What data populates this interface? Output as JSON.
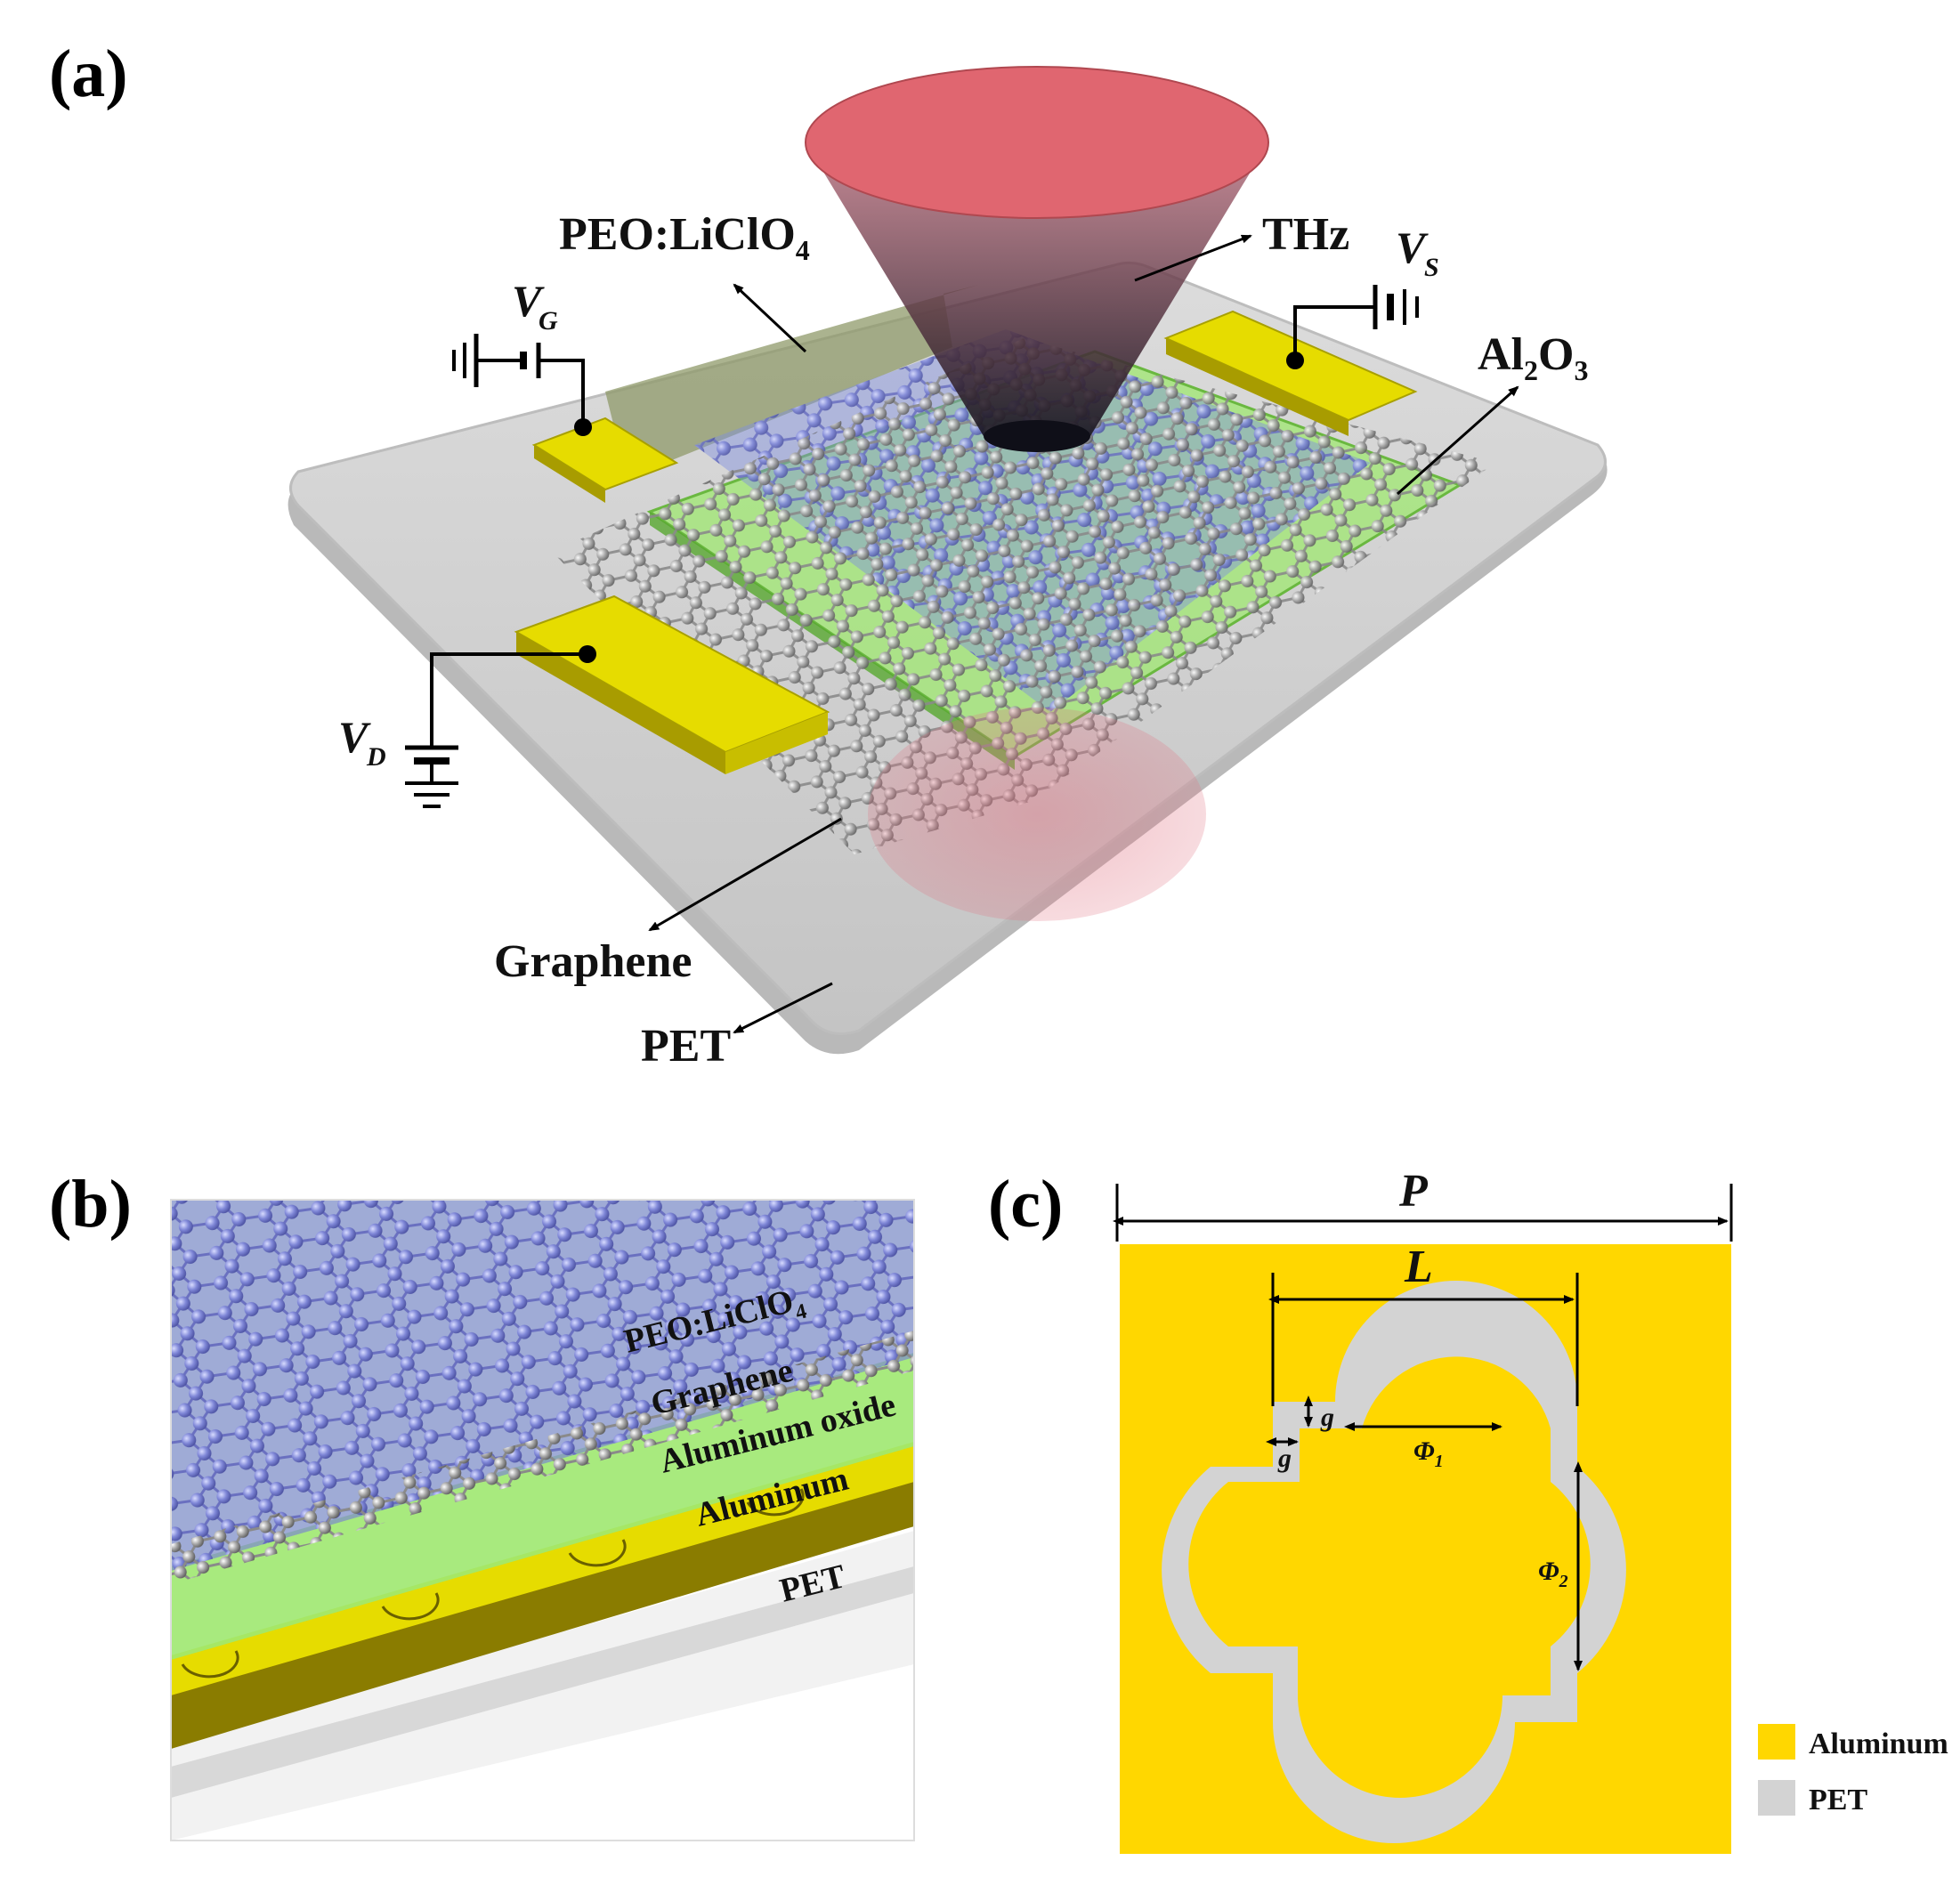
{
  "figure": {
    "panel_a": {
      "label": "(a)",
      "labels": {
        "peo": "PEO:LiClO",
        "peo_sub": "4",
        "thz": "THz",
        "vg": "V",
        "vg_sub": "G",
        "vs": "V",
        "vs_sub": "S",
        "vd": "V",
        "vd_sub": "D",
        "al2o3_a": "Al",
        "al2o3_sub1": "2",
        "al2o3_b": "O",
        "al2o3_sub2": "3",
        "graphene": "Graphene",
        "pet": "PET"
      }
    },
    "panel_b": {
      "label": "(b)",
      "layers": {
        "peo": "PEO:LiClO",
        "peo_sub": "4",
        "graphene": "Graphene",
        "aluminum_oxide": "Aluminum oxide",
        "aluminum": "Aluminum",
        "pet": "PET"
      }
    },
    "panel_c": {
      "label": "(c)",
      "dims": {
        "p": "P",
        "l": "L",
        "g1": "g",
        "g2": "g",
        "phi1": "Φ",
        "phi1_sub": "1",
        "phi2": "Φ",
        "phi2_sub": "2"
      },
      "legend": [
        {
          "label": "Aluminum",
          "color": "#FFD700"
        },
        {
          "label": "PET",
          "color": "#D3D3D3"
        }
      ]
    },
    "colors": {
      "aluminum": "#FFD700",
      "pet": "#D3D3D3",
      "electrode": "#E6DC00",
      "peo": "#7F8FE0",
      "oxide": "#9FE870",
      "thz_beam": "#E06670"
    }
  }
}
